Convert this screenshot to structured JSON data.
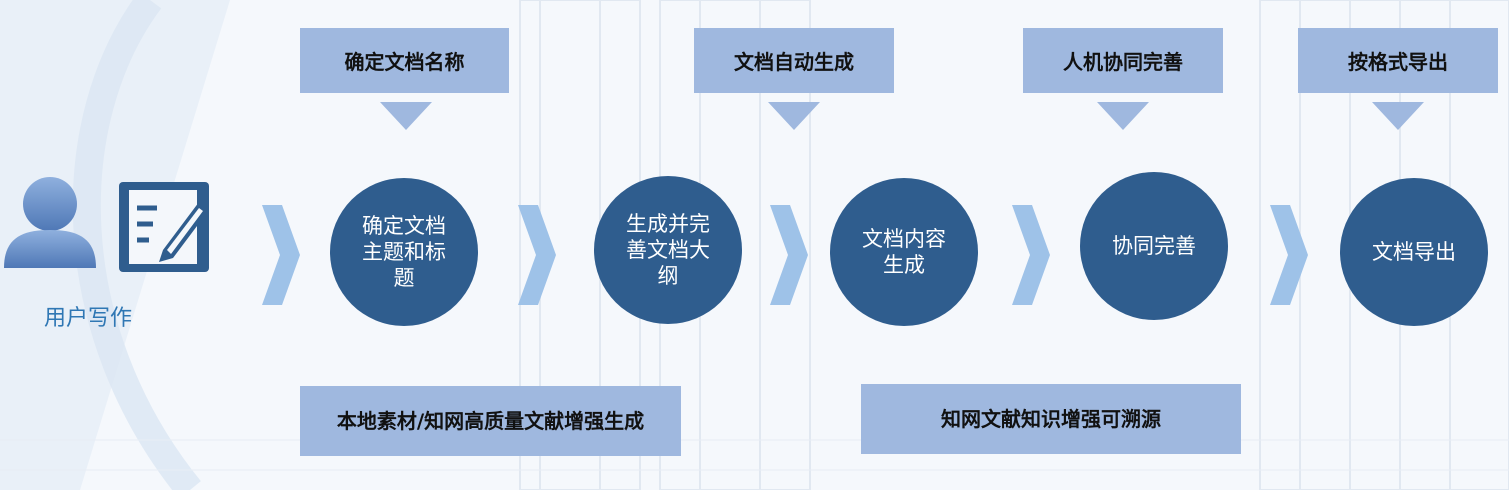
{
  "user": {
    "label": "用户写作"
  },
  "top_labels": [
    "确定文档名称",
    "文档自动生成",
    "人机协同完善",
    "按格式导出"
  ],
  "steps": [
    "确定文档主题和标题",
    "生成并完善文档大纲",
    "文档内容生成",
    "协同完善",
    "文档导出"
  ],
  "bottom_notes": [
    "本地素材/知网高质量文献增强生成",
    "知网文献知识增强可溯源"
  ],
  "colors": {
    "circle": "#2f5d8e",
    "label_fill": "#9fb8df",
    "chevron": "#9ec2e8",
    "user_text": "#2f77b4"
  }
}
